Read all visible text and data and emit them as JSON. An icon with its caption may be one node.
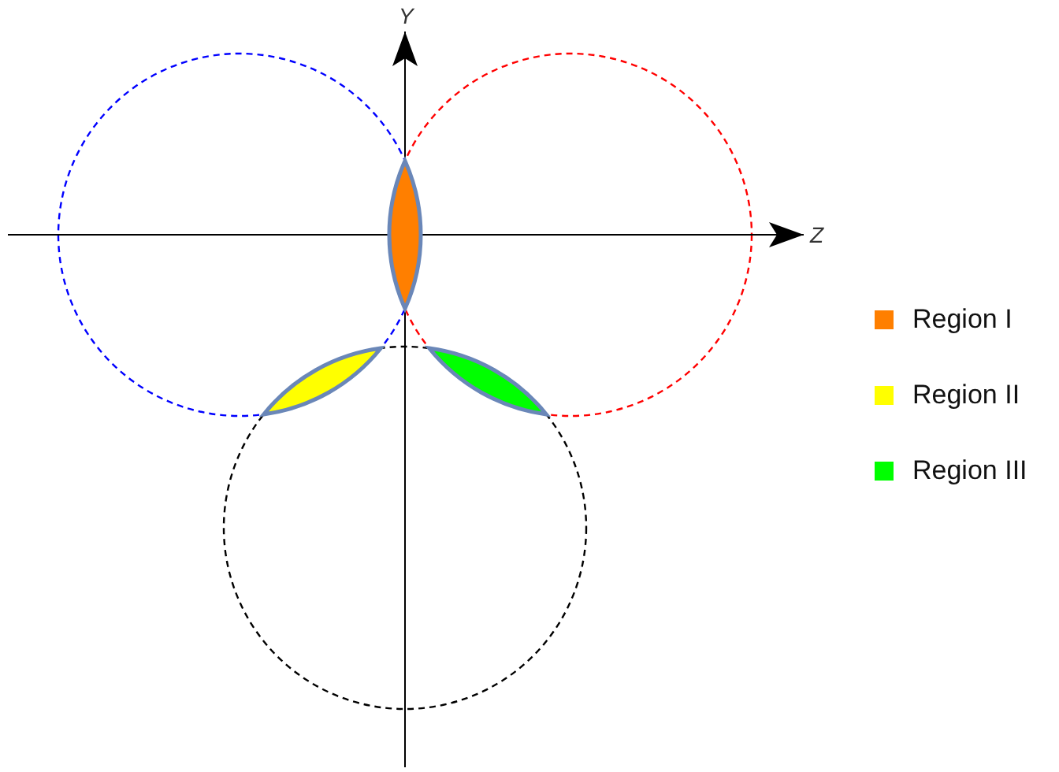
{
  "diagram": {
    "labels": [
      "Y",
      "Z"
    ],
    "legend": [
      {
        "text": "Region I",
        "color": "#ff7f00"
      },
      {
        "text": "Region II",
        "color": "#ffff00"
      },
      {
        "text": "Region III",
        "color": "#00ff00"
      }
    ]
  }
}
